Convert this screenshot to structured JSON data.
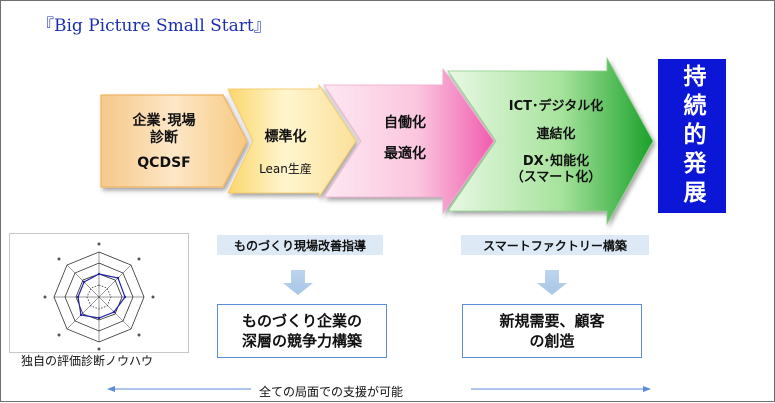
{
  "title": "『Big Picture Small Start』",
  "stages": [
    {
      "lines": [
        "企業･現場",
        "診断",
        "QCDSF"
      ],
      "color": "#f0b363"
    },
    {
      "lines": [
        "標準化",
        "Lean生産"
      ],
      "color": "#f7c22e"
    },
    {
      "lines": [
        "自働化",
        "最適化"
      ],
      "color": "#f28dc4"
    },
    {
      "lines": [
        "ICT･デジタル化",
        "連結化",
        "DX･知能化",
        "（スマート化）"
      ],
      "color": "#2fb43d"
    }
  ],
  "result": "持続的発展",
  "tags": [
    "ものづくり現場改善指導",
    "スマートファクトリー構築"
  ],
  "outcomes": [
    [
      "ものづくり企業の",
      "深層の競争力構築"
    ],
    [
      "新規需要、顧客",
      "の創造"
    ]
  ],
  "radar_chart": {
    "caption": "独自の評価診断ノウハウ"
  },
  "bottom_text": "全ての局面での支援が可能",
  "colors": {
    "title": "#1a2fb0",
    "result_bg": "#0b16d6",
    "tag_bg": "#ddeaf6",
    "down_arrow": "#b9d1ea",
    "outcome_border": "#5b8bd9"
  }
}
